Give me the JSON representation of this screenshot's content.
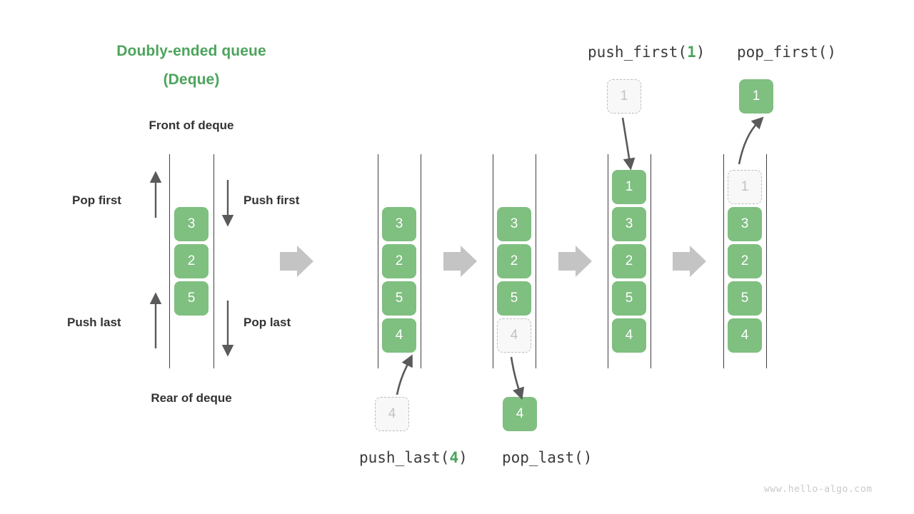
{
  "title": {
    "line1": "Doubly-ended queue",
    "line2": "(Deque)"
  },
  "labels": {
    "front": "Front of deque",
    "rear": "Rear of deque",
    "pop_first": "Pop first",
    "push_first": "Push first",
    "push_last": "Push last",
    "pop_last": "Pop last"
  },
  "operations": {
    "push_first": {
      "name": "push_first(",
      "arg": "1",
      "close": ")"
    },
    "pop_first": {
      "name": "pop_first()",
      "arg": "",
      "close": ""
    },
    "push_last": {
      "name": "push_last(",
      "arg": "4",
      "close": ")"
    },
    "pop_last": {
      "name": "pop_last()",
      "arg": "",
      "close": ""
    }
  },
  "colors": {
    "accent_green": "#4ca45c",
    "box_green": "#7fbf80",
    "ghost_fill": "#f8f8f8",
    "ghost_border": "#bdbdbd",
    "rail": "#3f3f3f",
    "block_arrow": "#c4c4c4",
    "thin_arrow": "#5a5a5a",
    "text_dark": "#333333",
    "watermark": "#c9c9c9"
  },
  "stages": [
    {
      "id": "initial",
      "boxes": [
        {
          "value": "3",
          "state": "filled"
        },
        {
          "value": "2",
          "state": "filled"
        },
        {
          "value": "5",
          "state": "filled"
        }
      ]
    },
    {
      "id": "after-push-last",
      "boxes": [
        {
          "value": "3",
          "state": "filled"
        },
        {
          "value": "2",
          "state": "filled"
        },
        {
          "value": "5",
          "state": "filled"
        },
        {
          "value": "4",
          "state": "filled"
        }
      ],
      "detached_below": {
        "value": "4",
        "state": "ghost"
      }
    },
    {
      "id": "before-pop-last",
      "boxes": [
        {
          "value": "3",
          "state": "filled"
        },
        {
          "value": "2",
          "state": "filled"
        },
        {
          "value": "5",
          "state": "filled"
        },
        {
          "value": "4",
          "state": "ghost"
        }
      ],
      "detached_below": {
        "value": "4",
        "state": "filled"
      }
    },
    {
      "id": "after-push-first",
      "boxes": [
        {
          "value": "1",
          "state": "filled"
        },
        {
          "value": "3",
          "state": "filled"
        },
        {
          "value": "2",
          "state": "filled"
        },
        {
          "value": "5",
          "state": "filled"
        },
        {
          "value": "4",
          "state": "filled"
        }
      ],
      "detached_above": {
        "value": "1",
        "state": "ghost"
      }
    },
    {
      "id": "before-pop-first",
      "boxes": [
        {
          "value": "1",
          "state": "ghost"
        },
        {
          "value": "3",
          "state": "filled"
        },
        {
          "value": "2",
          "state": "filled"
        },
        {
          "value": "5",
          "state": "filled"
        },
        {
          "value": "4",
          "state": "filled"
        }
      ],
      "detached_above": {
        "value": "1",
        "state": "filled"
      }
    }
  ],
  "watermark": "www.hello-algo.com"
}
